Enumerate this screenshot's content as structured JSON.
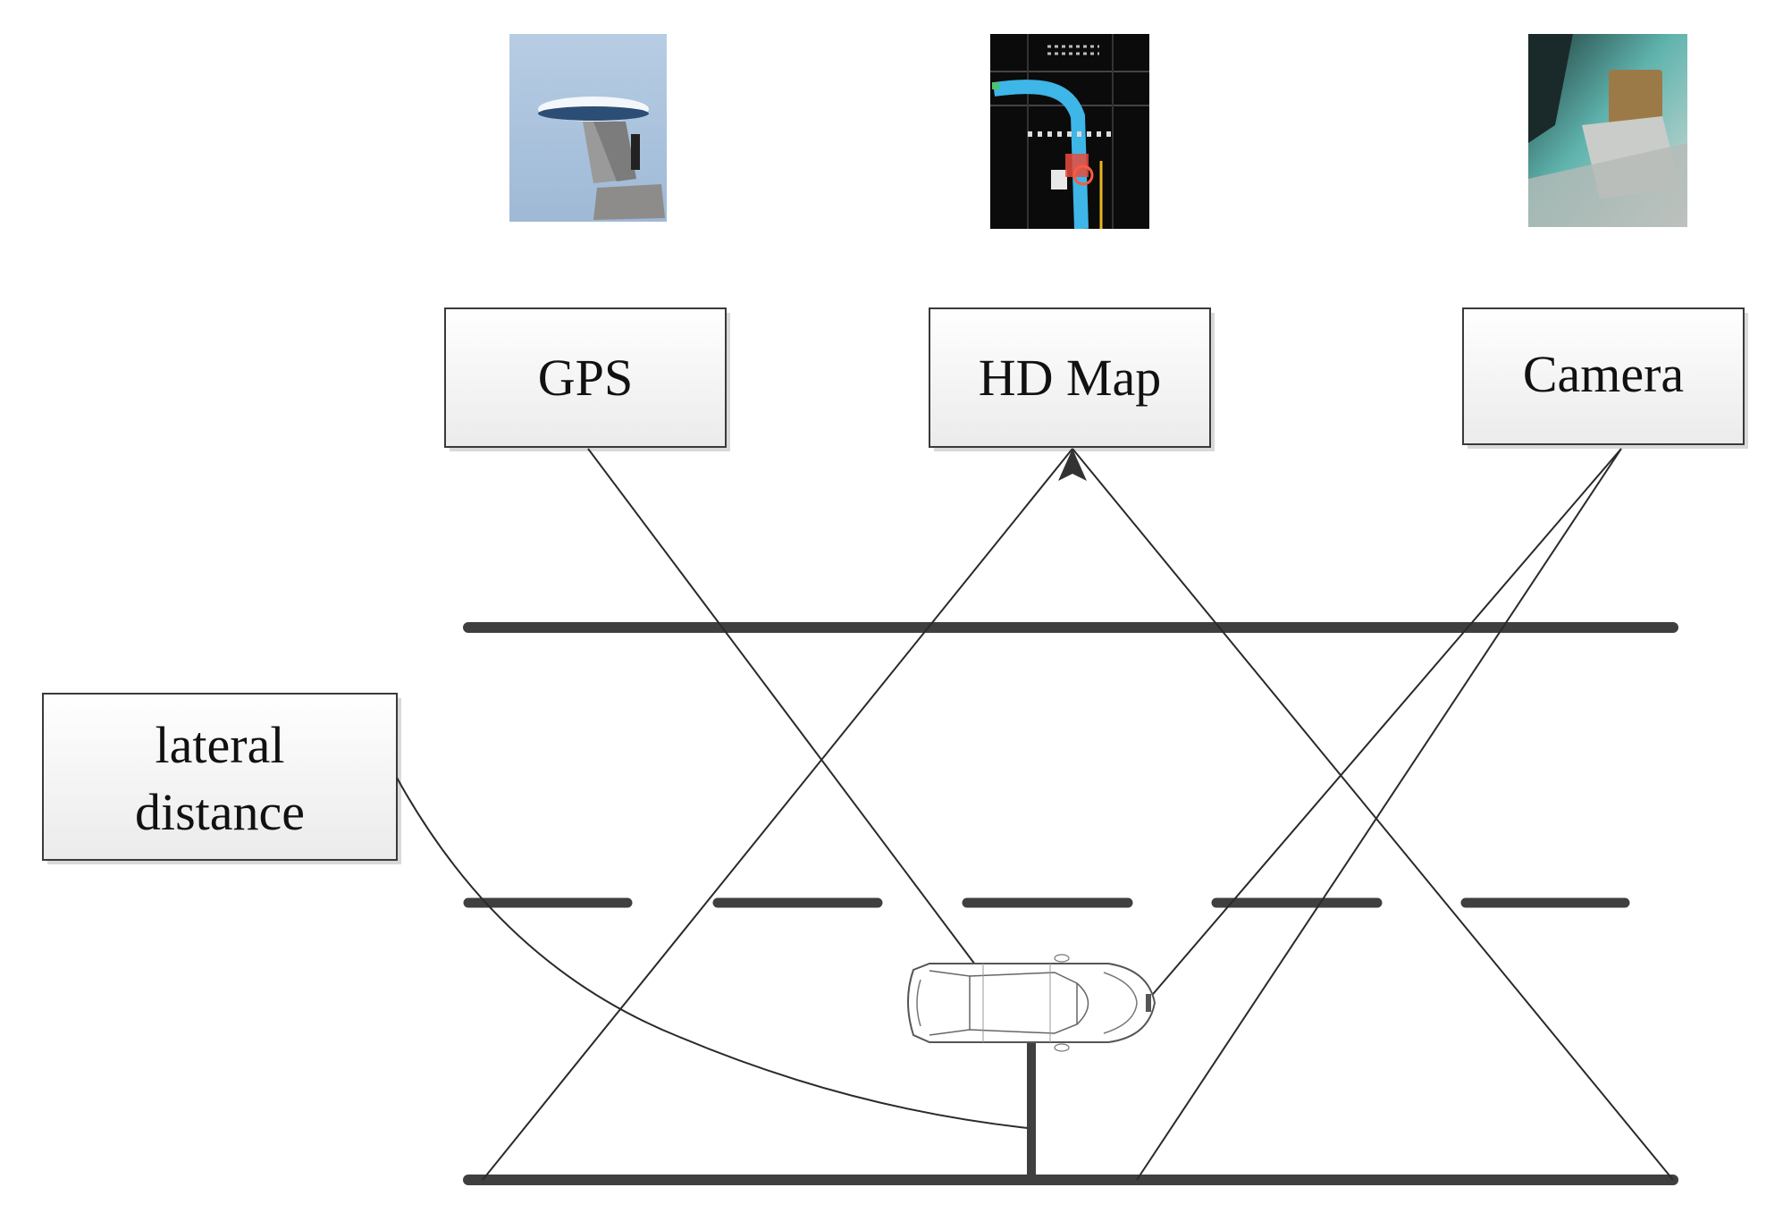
{
  "nodes": {
    "gps": {
      "label": "GPS",
      "icon": "gps-antenna-icon"
    },
    "hdmap": {
      "label": "HD Map",
      "icon": "hd-map-icon"
    },
    "camera": {
      "label": "Camera",
      "icon": "camera-icon"
    },
    "lateral": {
      "label_line1": "lateral",
      "label_line2": "distance"
    }
  },
  "vehicle": {
    "icon": "car-icon"
  },
  "colors": {
    "line": "#3f3f3f",
    "box_fill_top": "#ffffff",
    "box_fill_bottom": "#ececec",
    "map_background": "#0b0b0b",
    "map_route": "#3fb6e8",
    "gps_sky": "#a9c3de"
  }
}
